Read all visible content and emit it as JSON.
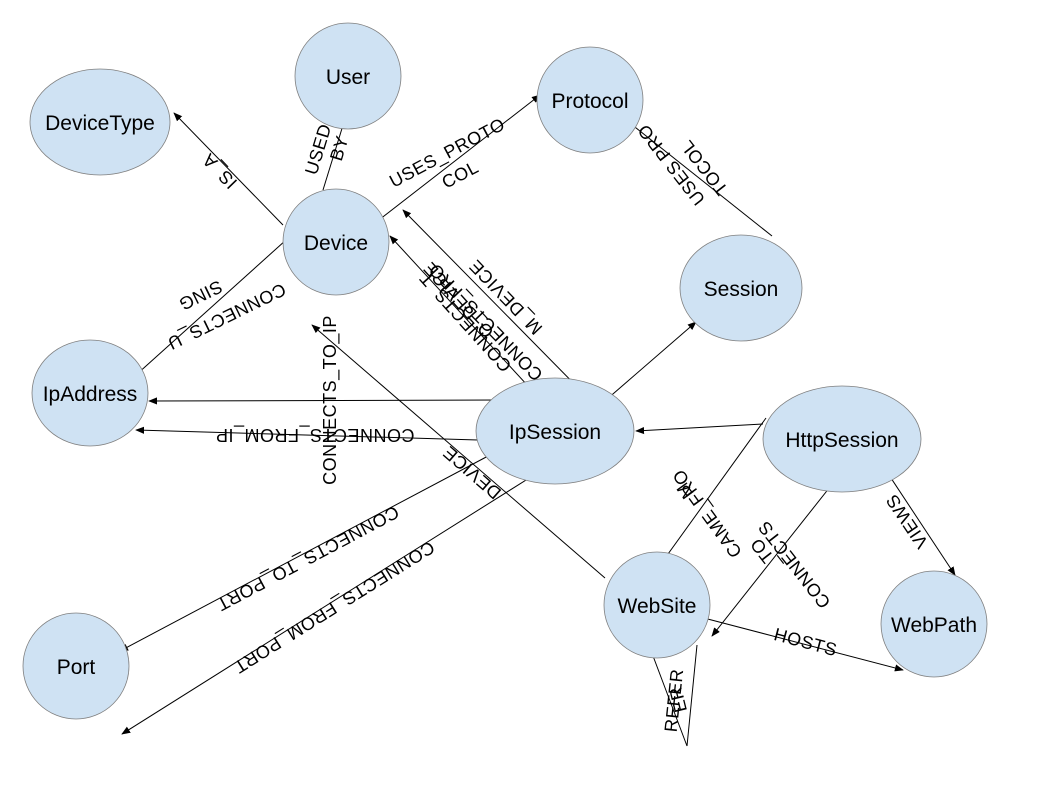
{
  "diagram": {
    "nodes": {
      "devicetype": "DeviceType",
      "user": "User",
      "protocol": "Protocol",
      "device": "Device",
      "session": "Session",
      "ipaddress": "IpAddress",
      "ipsession": "IpSession",
      "httpsession": "HttpSession",
      "website": "WebSite",
      "webpath": "WebPath",
      "port": "Port"
    },
    "edges": {
      "is_a": "IS_A",
      "used_by_1": "USED",
      "used_by_2": "BY",
      "uses_protocol_dev_1": "USES_PROTO",
      "uses_protocol_dev_2": "COL",
      "uses_protocol_ses_1": "USES PRO",
      "uses_protocol_ses_2": "TOCOL",
      "connects_using_1": "CONNECTS_U",
      "connects_using_2": "SING",
      "connects_to_ip": "CONNECTS_TO_IP",
      "connects_from_ip": "CONNECTS_FROM_IP",
      "connects_to_device_1": "CONNECTS_T",
      "connects_to_device_2": "O_DEVICE",
      "connects_from_device_1": "CONNECTS_FRO",
      "connects_from_device_2": "M_DEVICE",
      "device": "DEVICE",
      "connects_to_port": "CONNECTS_TO_PORT",
      "connects_from_port": "CONNECTS_FROM_PORT",
      "came_from_1": "CAME_FRO",
      "came_from_2": "M",
      "http_connects_to_1": "CONNECTS",
      "http_connects_to_2": "_TO",
      "views": "VIEWS",
      "hosts": "HOSTS",
      "referer_1": "REFER",
      "referer_2": "ER"
    }
  }
}
